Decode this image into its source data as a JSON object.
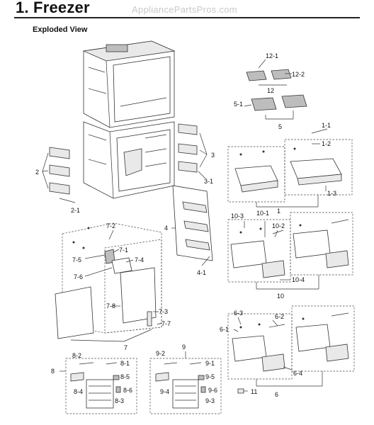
{
  "header": {
    "title": "1.  Freezer",
    "watermark": "AppliancePartsPros.com"
  },
  "section": {
    "subtitle": "Exploded View"
  },
  "callouts": {
    "c12_1": "12-1",
    "c12_2": "12-2",
    "c12": "12",
    "c5_1": "5-1",
    "c5": "5",
    "c1_1": "1-1",
    "c1_2": "1-2",
    "c1_3": "1-3",
    "c1": "1",
    "c3": "3",
    "c3_1": "3-1",
    "c2": "2",
    "c2_1": "2-1",
    "c4": "4",
    "c4_1": "4-1",
    "c7_2": "7-2",
    "c7_1": "7-1",
    "c7_4": "7-4",
    "c7_5": "7-5",
    "c7_6": "7-6",
    "c7_8": "7-8",
    "c7_3": "7-3",
    "c7_7": "7-7",
    "c7": "7",
    "c10_3": "10-3",
    "c10_1": "10-1",
    "c10_2": "10-2",
    "c10_4": "10-4",
    "c10": "10",
    "c6_3": "6-3",
    "c6_2": "6-2",
    "c6_1": "6-1",
    "c6_4": "6-4",
    "c6": "6",
    "c11": "11",
    "c8_2": "8-2",
    "c8_1": "8-1",
    "c8_5": "8-5",
    "c8_4": "8-4",
    "c8_6": "8-6",
    "c8_3": "8-3",
    "c8": "8",
    "c9_2": "9-2",
    "c9": "9",
    "c9_1": "9-1",
    "c9_5": "9-5",
    "c9_4": "9-4",
    "c9_6": "9-6",
    "c9_3": "9-3"
  }
}
